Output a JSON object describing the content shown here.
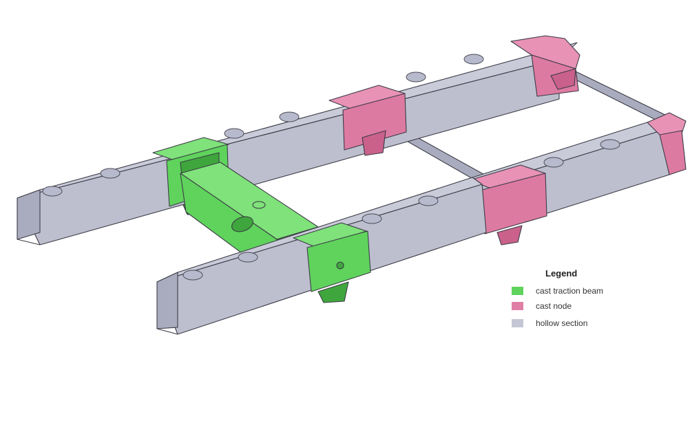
{
  "colors": {
    "cast_traction_beam": "#5fd35c",
    "cast_node": "#e07fa6",
    "hollow_section": "#c5c7d6",
    "outline": "#3b3b45"
  },
  "legend": {
    "title": "Legend",
    "items": [
      {
        "label": "cast traction beam",
        "color": "#5fd35c"
      },
      {
        "label": "cast node",
        "color": "#e07fa6"
      },
      {
        "label": "hollow section",
        "color": "#c5c7d6"
      }
    ]
  }
}
